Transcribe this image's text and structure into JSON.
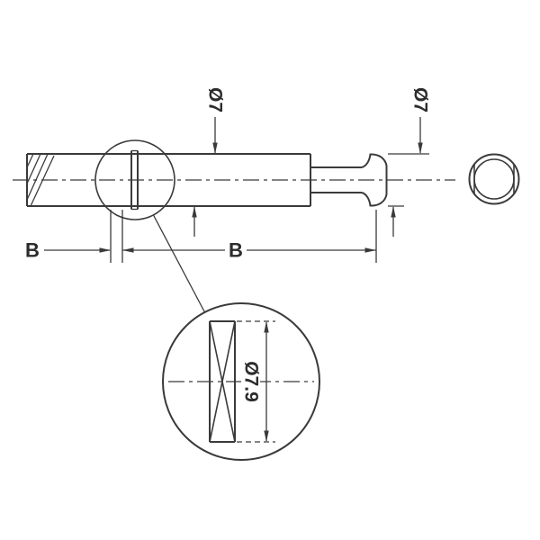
{
  "labels": {
    "body_diameter": "Ø7",
    "head_diameter": "Ø7",
    "ridge_diameter": "Ø7.9",
    "b_left": "B",
    "b_right": "B"
  },
  "colors": {
    "background": "#ffffff",
    "line": "#3a3a3a",
    "text": "#2c2c2c"
  }
}
